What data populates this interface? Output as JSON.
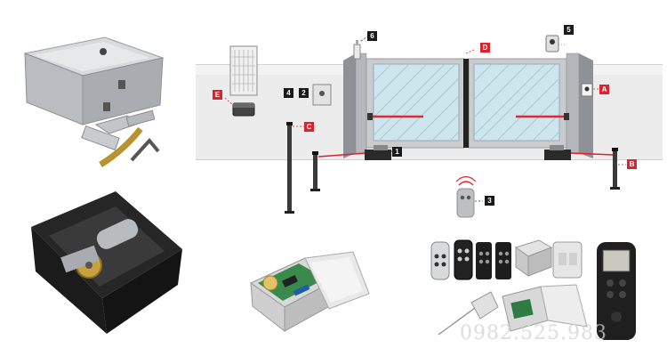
{
  "markers": {
    "num_1": "1",
    "num_2": "2",
    "num_3": "3",
    "num_4": "4",
    "num_5": "5",
    "num_6": "6",
    "letter_a": "A",
    "letter_b": "B",
    "letter_c": "C",
    "letter_d": "D",
    "letter_e": "E"
  },
  "watermark": {
    "phone": "0982.525.983"
  },
  "colors": {
    "accent_red": "#d9232e",
    "badge_black": "#1a1a1a",
    "wall": "#ececec",
    "gate_panel": "#cde6ee"
  }
}
